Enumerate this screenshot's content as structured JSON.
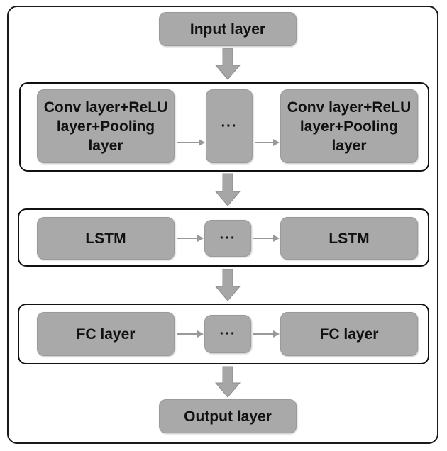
{
  "diagram": {
    "input_label": "Input layer",
    "output_label": "Output layer",
    "conv": {
      "left_label": "Conv layer+ReLU\nlayer+Pooling\nlayer",
      "middle_label": "···",
      "right_label": "Conv layer+ReLU\nlayer+Pooling\nlayer"
    },
    "lstm": {
      "left_label": "LSTM",
      "middle_label": "···",
      "right_label": "LSTM"
    },
    "fc": {
      "left_label": "FC layer",
      "middle_label": "···",
      "right_label": "FC layer"
    }
  },
  "colors": {
    "node_fill": "#a9a9a9",
    "arrow_fill": "#a6a6a6",
    "small_arrow": "#999999",
    "border": "#111111"
  }
}
